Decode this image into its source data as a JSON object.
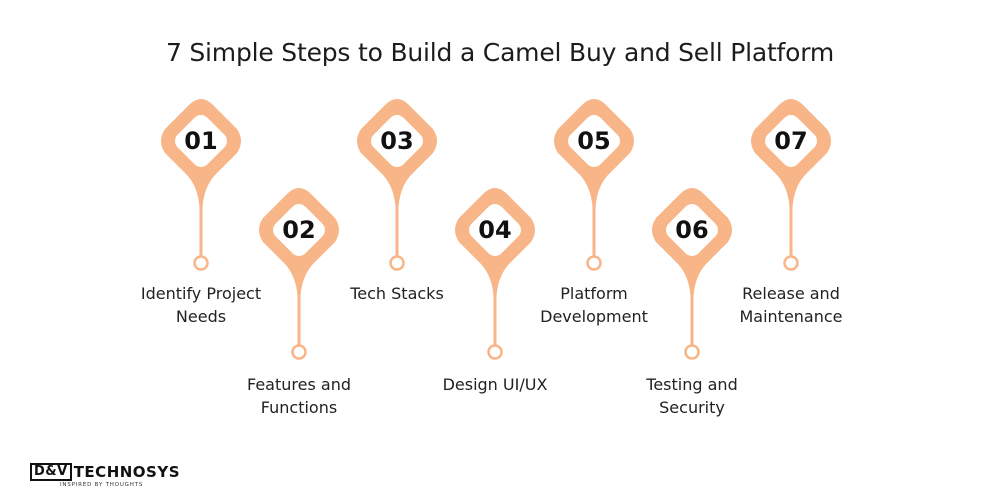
{
  "title": "7 Simple Steps to Build a Camel Buy and Sell Platform",
  "accent_color": "#f8b587",
  "steps": [
    {
      "number": "01",
      "label": "Identify Project\nNeeds"
    },
    {
      "number": "02",
      "label": "Features and\nFunctions"
    },
    {
      "number": "03",
      "label": "Tech Stacks"
    },
    {
      "number": "04",
      "label": "Design UI/UX"
    },
    {
      "number": "05",
      "label": "Platform\nDevelopment"
    },
    {
      "number": "06",
      "label": "Testing and\nSecurity"
    },
    {
      "number": "07",
      "label": "Release and\nMaintenance"
    }
  ],
  "logo": {
    "box_text": "D&V",
    "brand_text": "TECHNOSYS",
    "tagline": "INSPIRED BY THOUGHTS"
  }
}
